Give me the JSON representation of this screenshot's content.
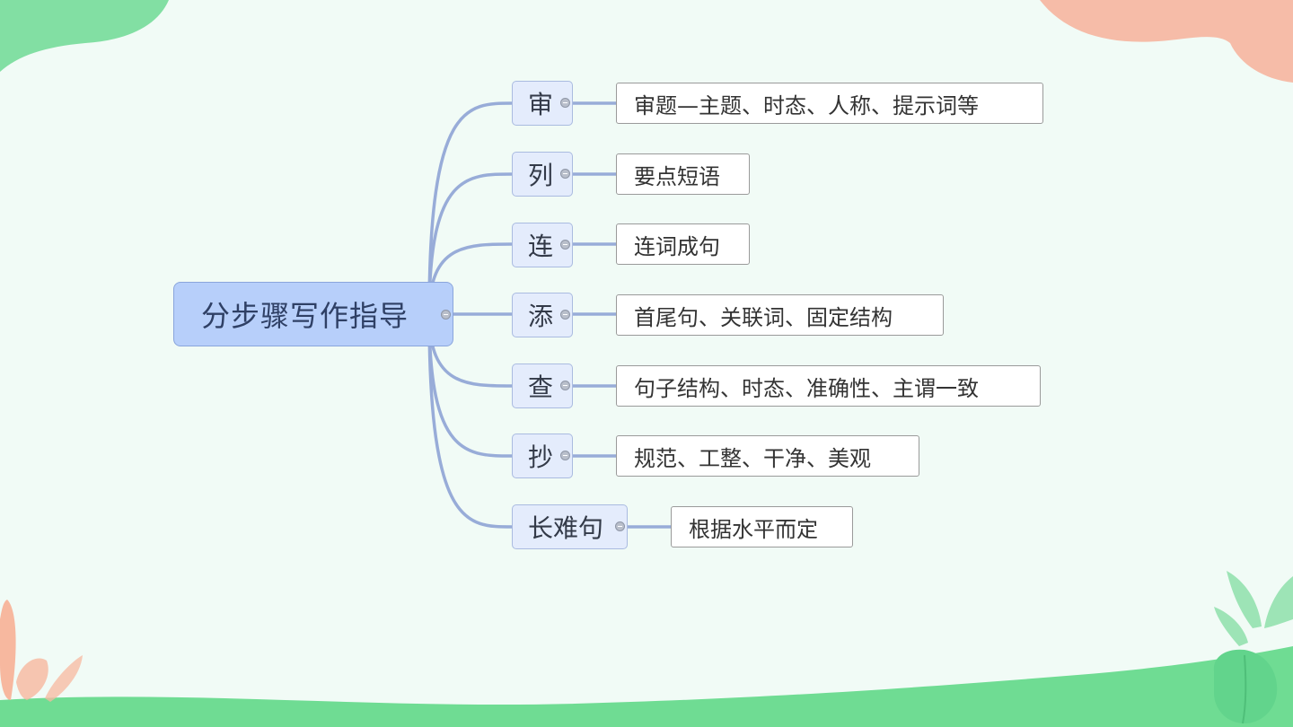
{
  "mindmap": {
    "root": {
      "label": "分步骤写作指导"
    },
    "branches": [
      {
        "label": "审",
        "detail": "审题—主题、时态、人称、提示词等"
      },
      {
        "label": "列",
        "detail": "要点短语"
      },
      {
        "label": "连",
        "detail": "连词成句"
      },
      {
        "label": "添",
        "detail": "首尾句、关联词、固定结构"
      },
      {
        "label": "查",
        "detail": "句子结构、时态、准确性、主谓一致"
      },
      {
        "label": "抄",
        "detail": "规范、工整、干净、美观"
      },
      {
        "label": "长难句",
        "detail": "根据水平而定"
      }
    ]
  },
  "colors": {
    "background": "#f1fbf6",
    "root_fill": "#b7cffa",
    "branch_fill": "#e4ecfc",
    "connector": "#98acd8",
    "leaf_fill": "#ffffff",
    "decor_green": "#7fdda0",
    "decor_peach": "#f6bca8"
  },
  "icons": [
    "collapse-icon",
    "leaf-decoration"
  ]
}
